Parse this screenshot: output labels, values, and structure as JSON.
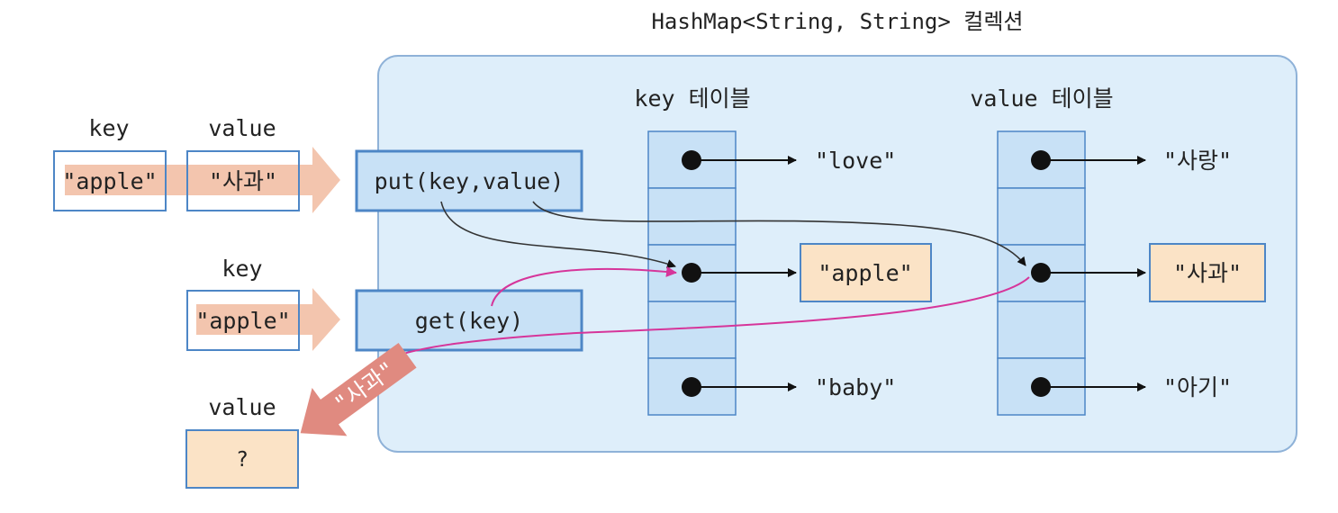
{
  "title": "HashMap<String, String> 컬렉션",
  "put_input": {
    "key_label": "key",
    "value_label": "value",
    "key_value": "\"apple\"",
    "value_value": "\"사과\""
  },
  "get_input": {
    "key_label": "key",
    "key_value": "\"apple\""
  },
  "get_output": {
    "value_label": "value",
    "result": "?",
    "returned": "\"사과\""
  },
  "methods": {
    "put": "put(key,value)",
    "get": "get(key)"
  },
  "key_table": {
    "label": "key 테이블",
    "entries": [
      "\"love\"",
      "\"apple\"",
      "\"baby\""
    ]
  },
  "value_table": {
    "label": "value 테이블",
    "entries": [
      "\"사랑\"",
      "\"사과\"",
      "\"아기\""
    ]
  },
  "colors": {
    "panel_fill": "#deeefa",
    "panel_stroke": "#8fb2d8",
    "cell_fill": "#c8e1f6",
    "cell_stroke": "#4d86c6",
    "method_fill": "#c8e1f6",
    "highlight_fill": "#fbe3c6",
    "arrow_salmon": "#f3c5ae",
    "arrow_red": "#e08a80",
    "magenta": "#d6359a"
  }
}
